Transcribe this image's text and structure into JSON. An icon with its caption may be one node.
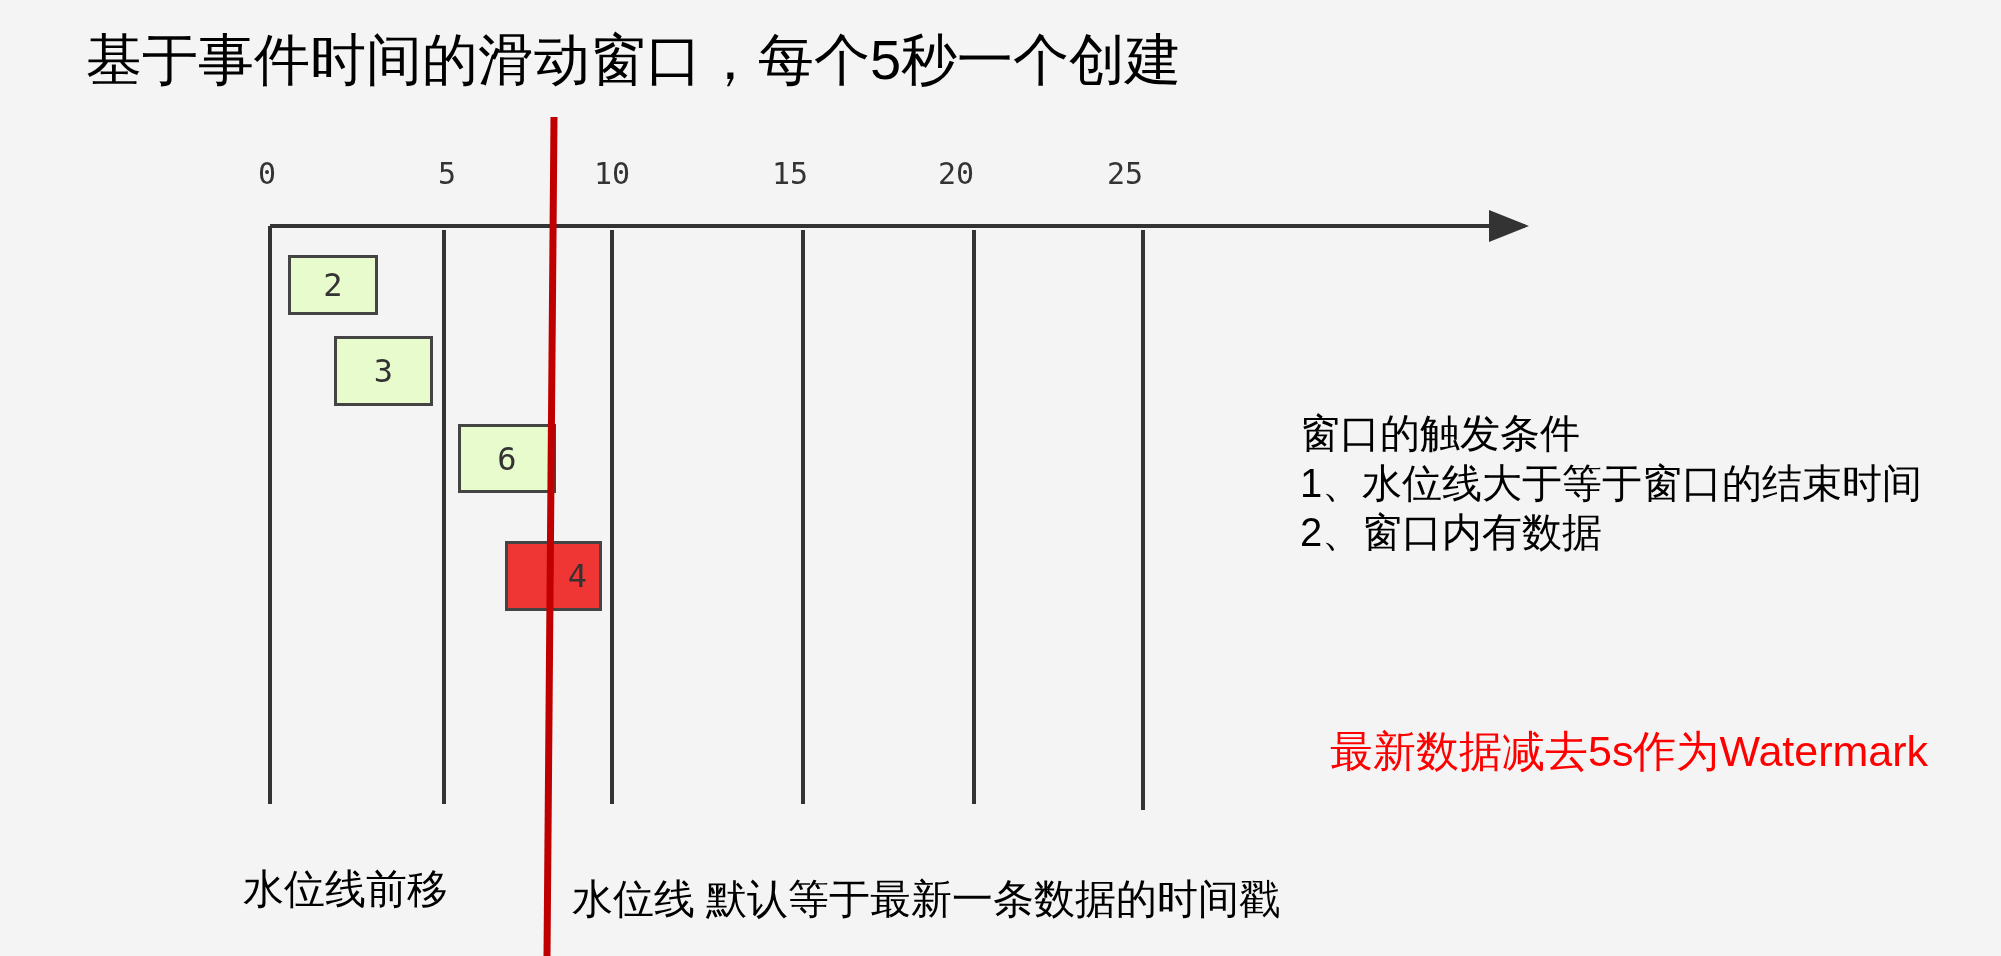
{
  "diagram": {
    "title": "基于事件时间的滑动窗口，每个5秒一个创建",
    "nodes": [
      {
        "text": [
          "2"
        ]
      },
      {
        "text": [
          "3"
        ]
      },
      {
        "text": [
          "6"
        ]
      },
      {
        "text": [
          "4"
        ]
      }
    ],
    "labels": [
      "0",
      "5",
      "10",
      "15",
      "20",
      "25",
      "窗口的触发条件",
      "1、水位线大于等于窗口的结束时间",
      "2、窗口内有数据",
      "最新数据减去5s作为Watermark",
      "水位线前移",
      "水位线 默认等于最新一条数据的时间戳"
    ]
  }
}
